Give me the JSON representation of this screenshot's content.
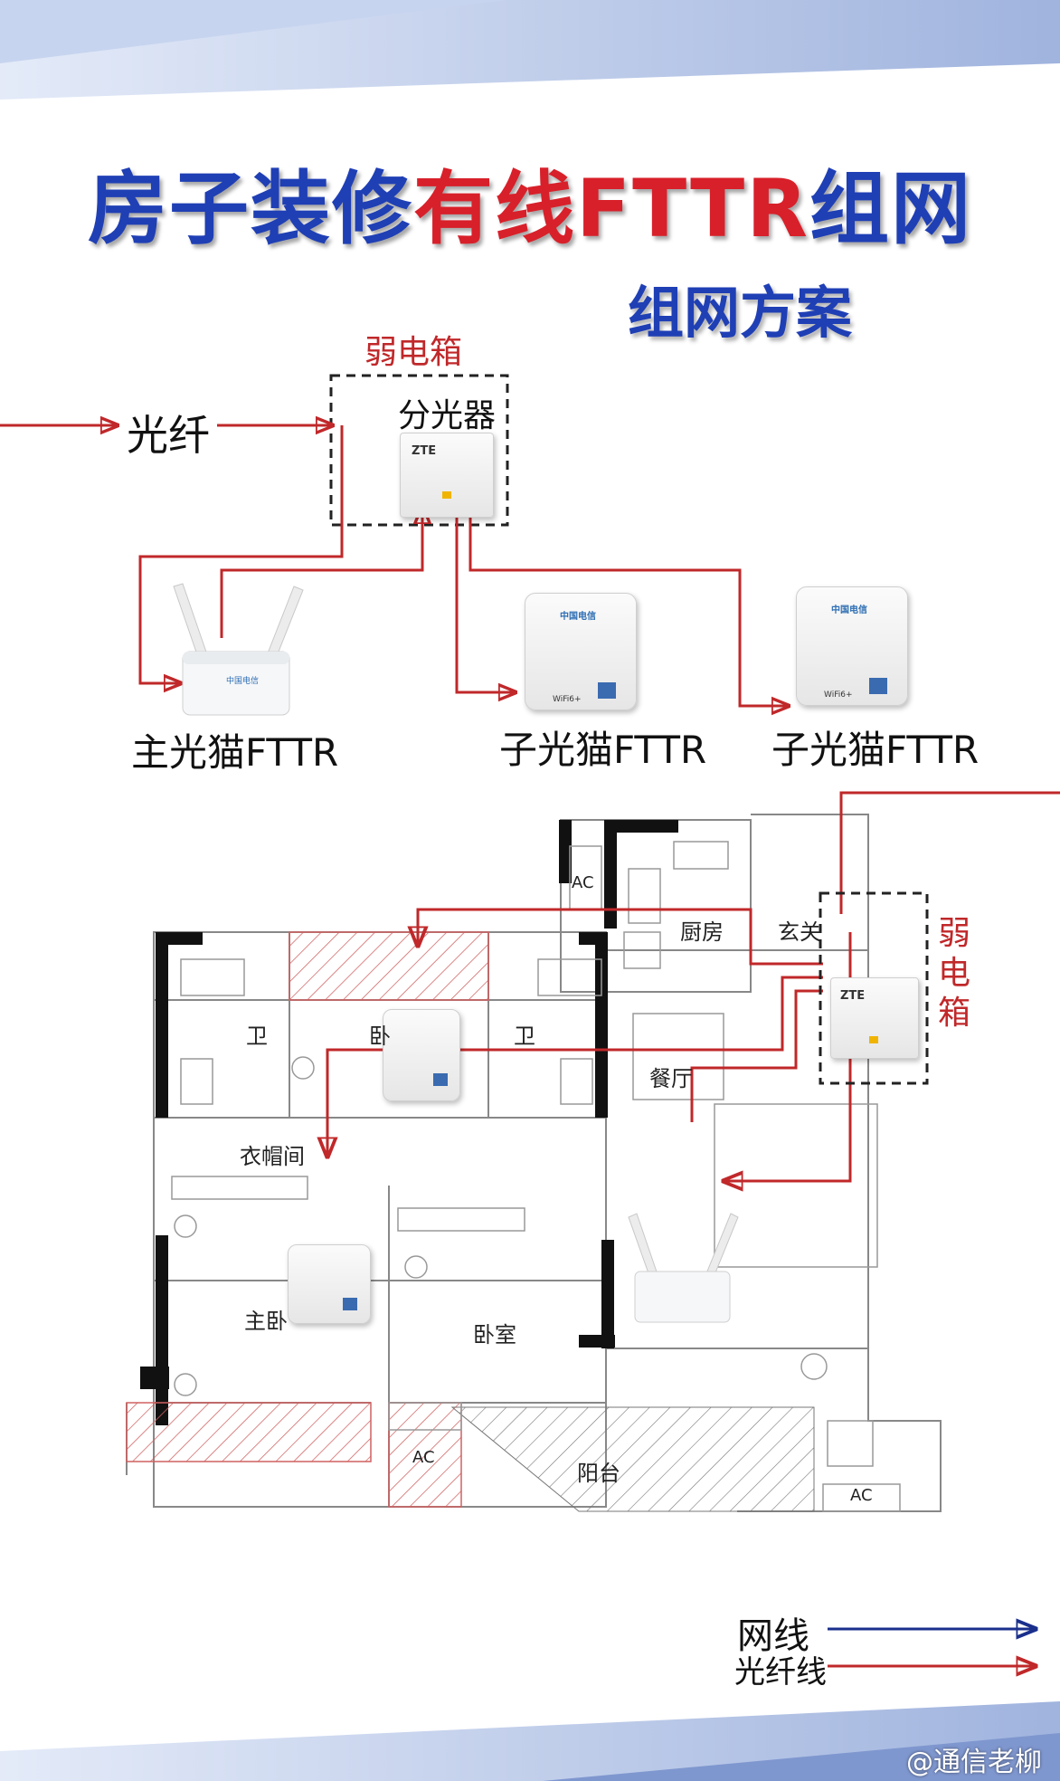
{
  "title": {
    "part1": "房子装修",
    "part2": "有线FTTR",
    "part3": "组网"
  },
  "subtitle": "组网方案",
  "top_diagram": {
    "box_label": "弱电箱",
    "splitter_label": "分光器",
    "fiber_label": "光纤",
    "device_brand": "ZTE",
    "main_modem_label": "主光猫FTTR",
    "sub_modem1_label": "子光猫FTTR",
    "sub_modem2_label": "子光猫FTTR",
    "wifi_badge": "WiFi6+"
  },
  "floor_plan": {
    "rooms": {
      "kitchen": "厨房",
      "entrance": "玄关",
      "bath1": "卫",
      "bedroom_top": "卧",
      "bath2": "卫",
      "dining": "餐厅",
      "cloakroom": "衣帽间",
      "master": "主卧",
      "bedroom": "卧室",
      "balcony": "阳台",
      "ac": "AC"
    },
    "box_label_chars": [
      "弱",
      "电",
      "箱"
    ],
    "device_brand": "ZTE"
  },
  "legend": {
    "network_cable": "网线",
    "fiber_cable": "光纤线"
  },
  "colors": {
    "fiber": "#c0282a",
    "network": "#1a2f8c",
    "title_blue": "#1f3fb5",
    "title_red": "#d8202a"
  },
  "watermark": "@通信老柳"
}
